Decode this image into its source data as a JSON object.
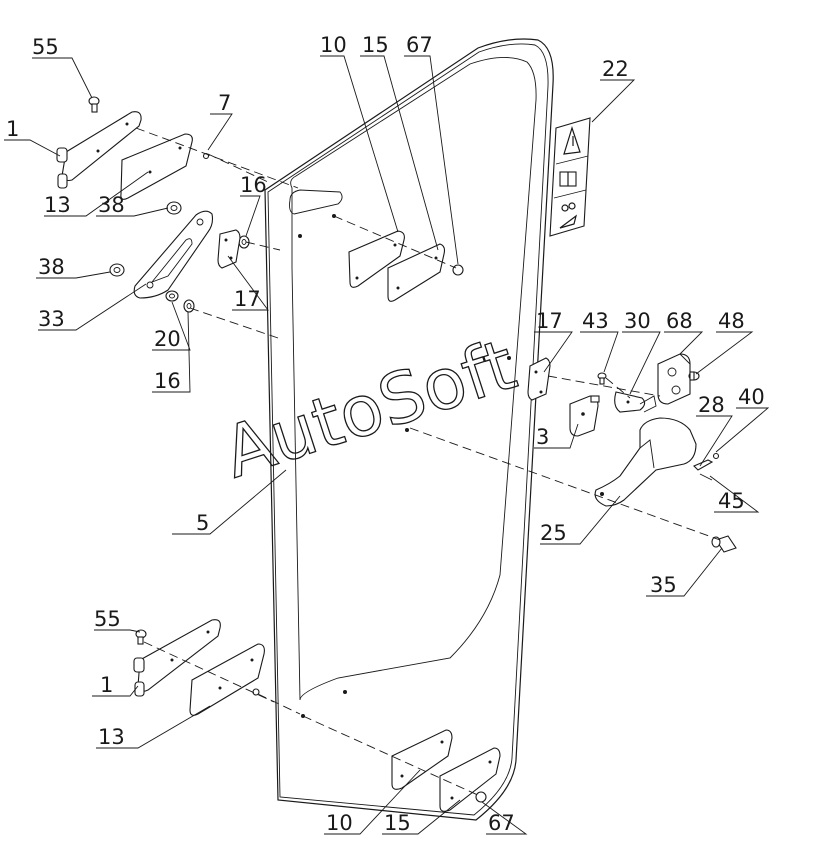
{
  "watermark": "AutoSoft",
  "callouts": {
    "c55a": "55",
    "c1a": "1",
    "c13a": "13",
    "c38a": "38",
    "c7": "7",
    "c16a": "16",
    "c38b": "38",
    "c33": "33",
    "c20": "20",
    "c16b": "16",
    "c17a": "17",
    "c10a": "10",
    "c15a": "15",
    "c67a": "67",
    "c22": "22",
    "c17b": "17",
    "c43": "43",
    "c30": "30",
    "c68": "68",
    "c48": "48",
    "c3": "3",
    "c28": "28",
    "c40": "40",
    "c45": "45",
    "c25": "25",
    "c35": "35",
    "c5": "5",
    "c55b": "55",
    "c1b": "1",
    "c13b": "13",
    "c10b": "10",
    "c15b": "15",
    "c67b": "67"
  }
}
